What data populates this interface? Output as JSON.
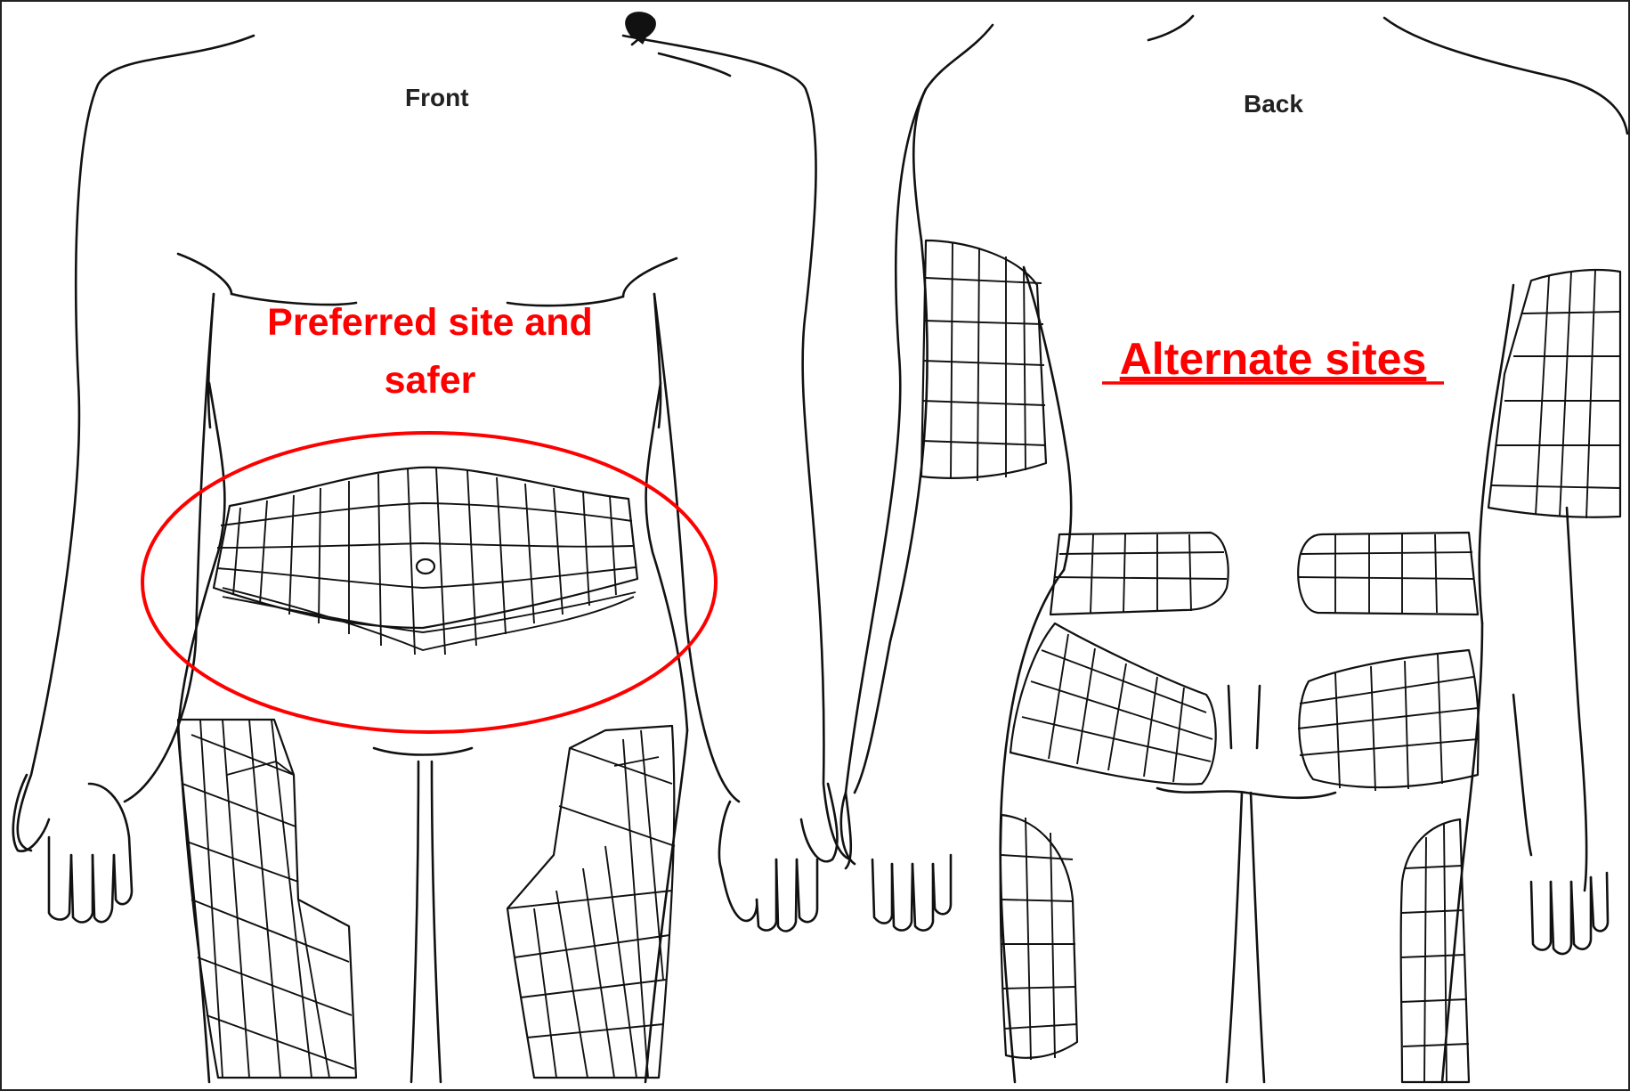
{
  "views": {
    "front_label": "Front",
    "back_label": "Back"
  },
  "annotations": {
    "preferred_line1": "Preferred site and",
    "preferred_line2": "safer",
    "alternate": "Alternate sites"
  },
  "colors": {
    "annotation": "#ff0000",
    "outline": "#111111",
    "background": "#ffffff"
  }
}
